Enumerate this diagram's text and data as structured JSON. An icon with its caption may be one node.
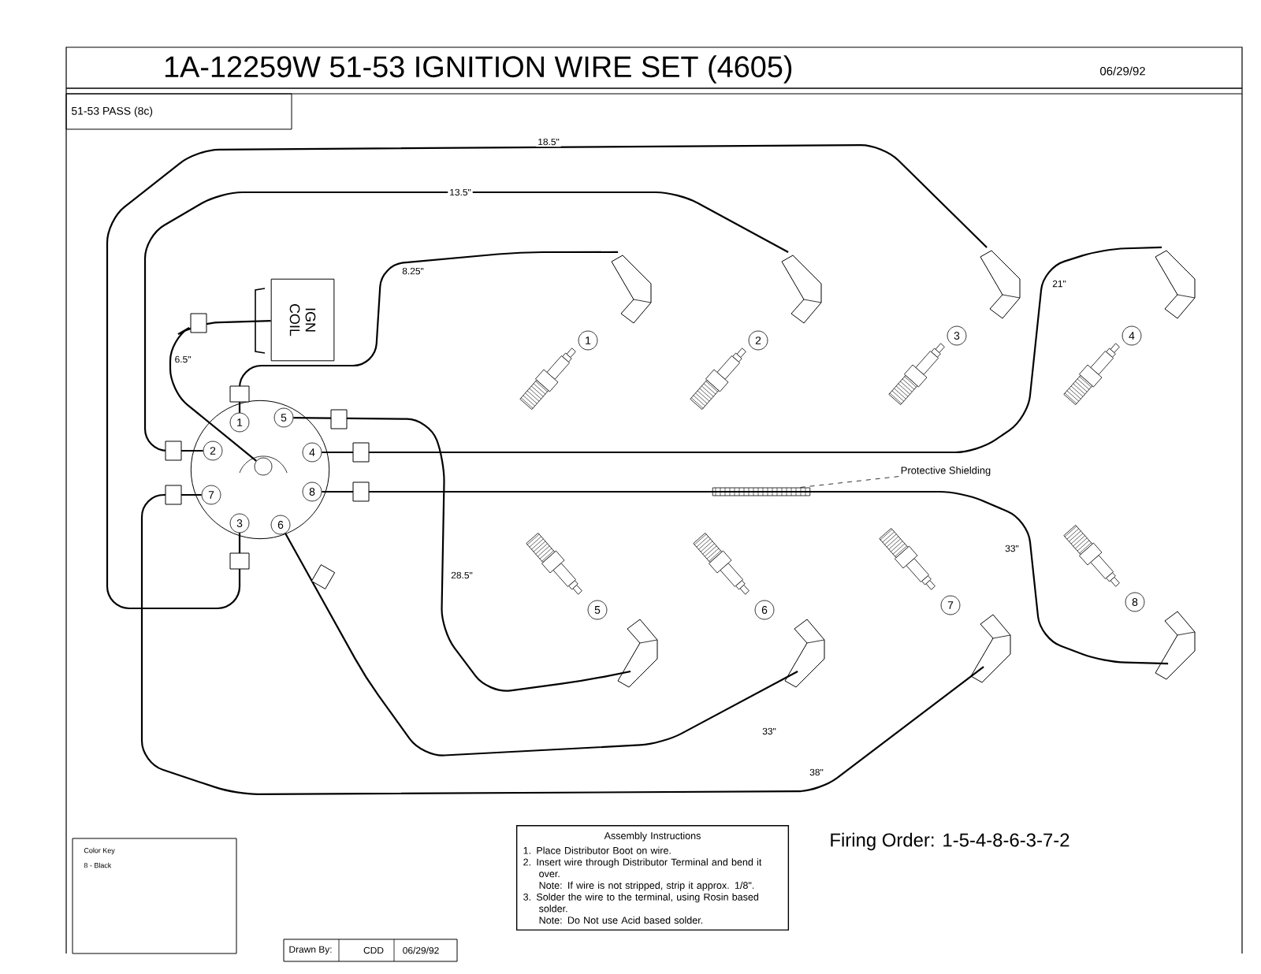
{
  "diagram": {
    "title": "1A-12259W 51-53 IGNITION WIRE SET (4605)",
    "nodes": [
      {
        "text": [],
        "shape": "circle"
      },
      {
        "text": [
          "1"
        ],
        "in": 0
      },
      {
        "text": [
          "2"
        ],
        "in": 0
      },
      {
        "text": [
          "3"
        ],
        "in": 0
      },
      {
        "text": [
          "4"
        ],
        "in": 0
      },
      {
        "text": [
          "5"
        ],
        "in": 0
      },
      {
        "text": [
          "6"
        ],
        "in": 0
      },
      {
        "text": [
          "7"
        ],
        "in": 0
      },
      {
        "text": [
          "8"
        ],
        "in": 0
      },
      {
        "text": [],
        "shape": "circle",
        "in": 0
      },
      {
        "text": [
          "IGN COIL"
        ]
      },
      {
        "text": [
          "1"
        ]
      },
      {
        "text": [
          "2"
        ]
      },
      {
        "text": [
          "3"
        ]
      },
      {
        "text": [
          "4"
        ]
      },
      {
        "text": [
          "5"
        ]
      },
      {
        "text": [
          "6"
        ]
      },
      {
        "text": [
          "7"
        ]
      },
      {
        "text": [
          "8"
        ]
      },
      {
        "text": [
          "Protective Shielding"
        ]
      },
      {
        "text": [],
        "shape": "bar"
      },
      {
        "text": [
          "Assembly Instructions",
          "1. Place Distributor Boot on wire.",
          "2. Insert wire through Distributor Terminal and bend it over.",
          "Note: If wire is not stripped, strip it approx. 1/8\".",
          "3. Solder the wire to the terminal, using Rosin based solder.",
          "Note: Do Not use Acid based solder."
        ]
      }
    ],
    "edges": [
      {
        "from": 10,
        "to": 9,
        "arrow": "none",
        "label": "6.5\""
      },
      {
        "from": 1,
        "to": 11,
        "arrow": "none",
        "label": "8.25\""
      },
      {
        "from": 2,
        "to": 12,
        "arrow": "none",
        "label": "13.5\""
      },
      {
        "from": 3,
        "to": 13,
        "arrow": "none",
        "label": "18.5\""
      },
      {
        "from": 4,
        "to": 14,
        "arrow": "none",
        "label": "21\""
      },
      {
        "from": 5,
        "to": 15,
        "arrow": "none",
        "label": "28.5\""
      },
      {
        "from": 6,
        "to": 16,
        "arrow": "none",
        "label": "33\""
      },
      {
        "from": 7,
        "to": 17,
        "arrow": "none",
        "label": "38\""
      },
      {
        "from": 8,
        "to": 18,
        "arrow": "none",
        "label": "33\""
      },
      {
        "from": 19,
        "to": 20,
        "arrow": "none",
        "style": "dashed"
      }
    ],
    "labels": [
      "51-53 PASS (8c)",
      "06/29/92",
      "Firing Order: 1-5-4-8-6-3-7-2",
      "Color Key",
      "8 - Black",
      "Drawn By:",
      "CDD",
      "06/29/92"
    ]
  }
}
